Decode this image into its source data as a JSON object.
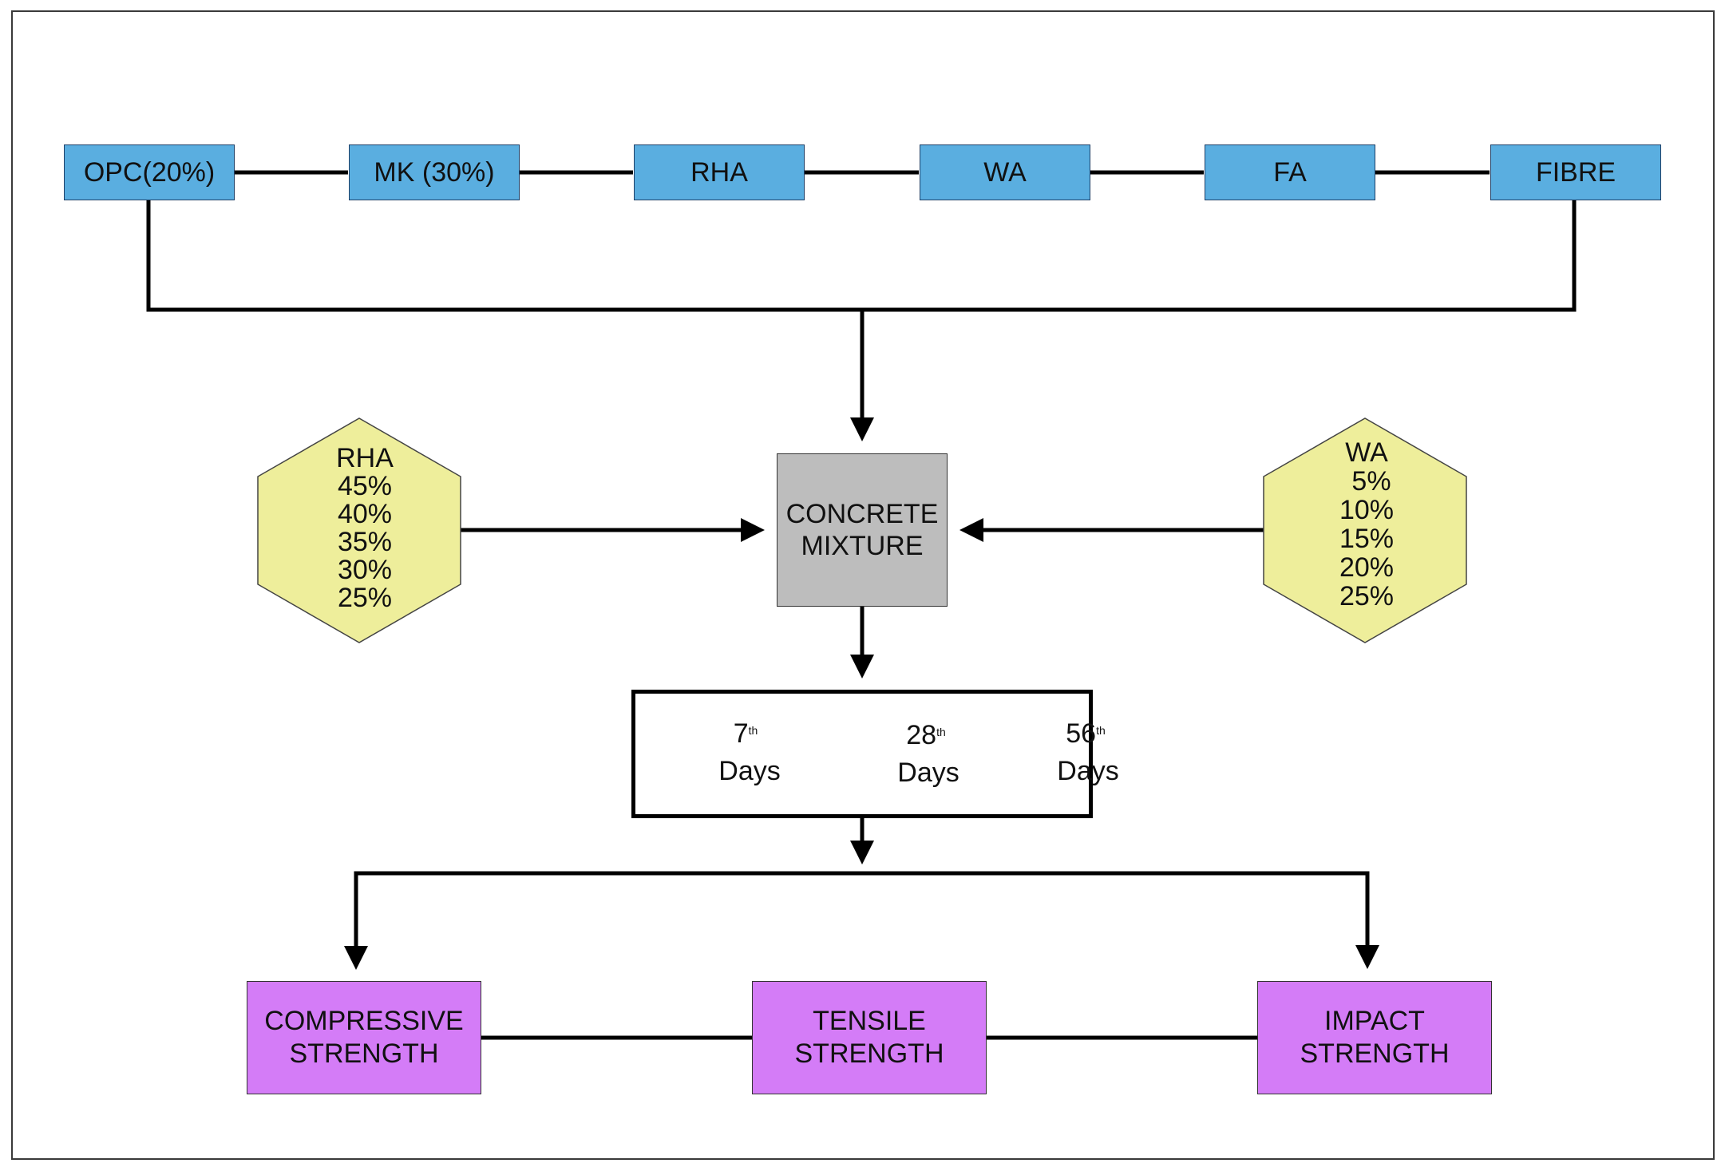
{
  "inputs": [
    "OPC(20%)",
    "MK (30%)",
    "RHA",
    "WA",
    "FA",
    "FIBRE"
  ],
  "mixture": {
    "line1": "CONCRETE",
    "line2": "MIXTURE"
  },
  "rha_hex": {
    "title": "RHA",
    "values": [
      "45%",
      "40%",
      "35%",
      "30%",
      "25%"
    ]
  },
  "wa_hex": {
    "title": "WA",
    "values": [
      "5%",
      "10%",
      "15%",
      "20%",
      "25%"
    ]
  },
  "curing": [
    {
      "num": "7",
      "sup": "th",
      "unit": "Days"
    },
    {
      "num": "28",
      "sup": "th",
      "unit": "Days"
    },
    {
      "num": "56",
      "sup": "th",
      "unit": "Days"
    }
  ],
  "outputs": [
    {
      "line1": "COMPRESSIVE",
      "line2": "STRENGTH"
    },
    {
      "line1": "TENSILE",
      "line2": "STRENGTH"
    },
    {
      "line1": "IMPACT",
      "line2": "STRENGTH"
    }
  ],
  "colors": {
    "inputs": "#5aaee0",
    "mixture": "#bdbdbd",
    "hexagons": "#eeee9b",
    "outputs": "#d47cf7",
    "lines": "#000000"
  }
}
